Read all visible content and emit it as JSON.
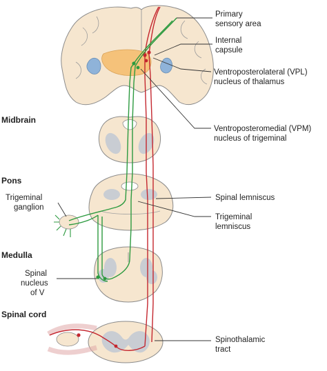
{
  "labels": {
    "primary_sensory": [
      "Primary",
      "sensory area"
    ],
    "internal_capsule": [
      "Internal",
      "capsule"
    ],
    "vpl": [
      "Ventroposterolateral (VPL)",
      "nucleus of thalamus"
    ],
    "vpm": [
      "Ventroposteromedial (VPM)",
      "nucleus of trigeminal"
    ],
    "spinal_lemniscus": "Spinal lemniscus",
    "trigeminal_lemniscus": [
      "Trigeminal",
      "lemniscus"
    ],
    "trigeminal_ganglion": [
      "Trigeminal",
      "ganglion"
    ],
    "spinal_nucleus_v": [
      "Spinal",
      "nucleus",
      "of V"
    ],
    "spinothalamic_tract": [
      "Spinothalamic",
      "tract"
    ]
  },
  "levels": {
    "midbrain": "Midbrain",
    "pons": "Pons",
    "medulla": "Medulla",
    "spinal_cord": "Spinal cord"
  },
  "colors": {
    "spinothalamic_pathway": "#c4262e",
    "trigeminal_pathway": "#2c9a3f",
    "tissue": "#f6e6cf",
    "gray_matter": "#c9cdd3",
    "thalamus": "#f5c27a",
    "ventricle": "#8fb3d9"
  }
}
